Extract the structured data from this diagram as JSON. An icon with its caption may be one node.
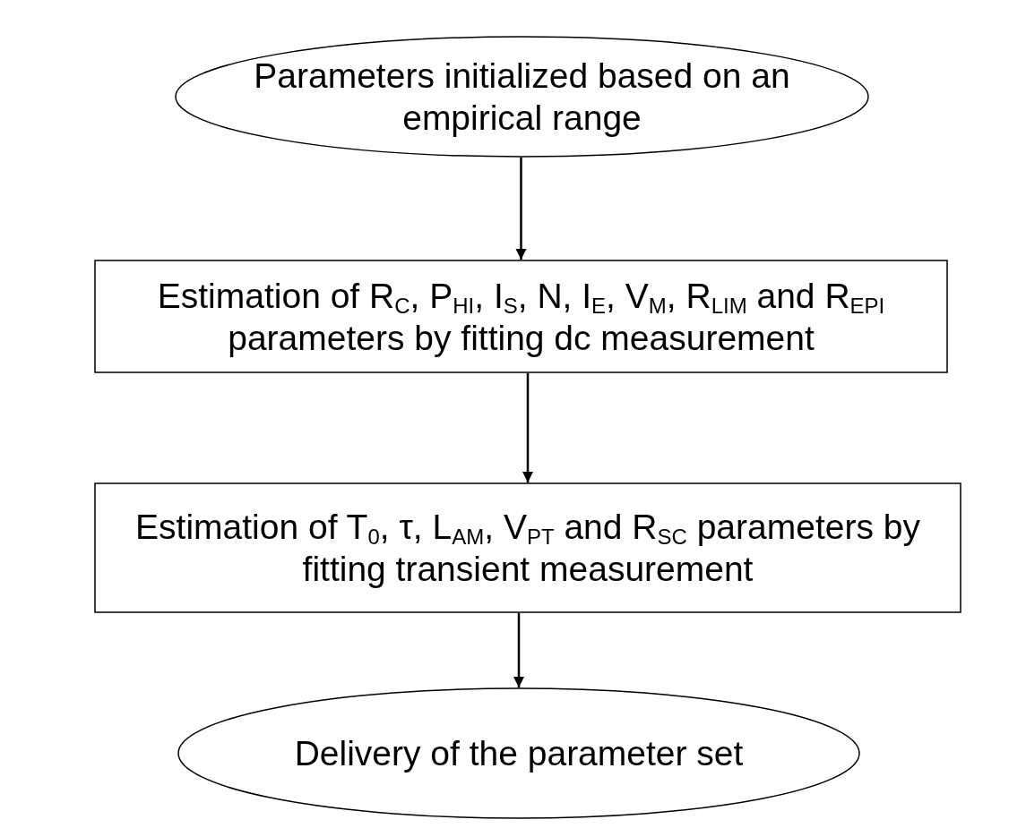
{
  "diagram": {
    "nodes": [
      {
        "text": [
          "Parameters initialized based on an empirical range"
        ]
      },
      {
        "text": [
          "Estimation of R$_{C}$, P$_{HI}$, I$_{S}$, N, I$_{E}$, V$_{M}$, R$_{LIM}$ and R$_{EPI}$ parameters by fitting dc measurement"
        ]
      },
      {
        "text": [
          "Estimation of T$_{0}$, τ, L$_{AM}$, V$_{PT}$ and R$_{SC}$ parameters by fitting transient measurement"
        ]
      },
      {
        "text": [
          "Delivery of the parameter set"
        ]
      }
    ],
    "edges": [
      {
        "from": 0,
        "to": 1,
        "arrow": "to"
      },
      {
        "from": 1,
        "to": 2,
        "arrow": "to"
      },
      {
        "from": 2,
        "to": 3,
        "arrow": "to"
      }
    ]
  }
}
